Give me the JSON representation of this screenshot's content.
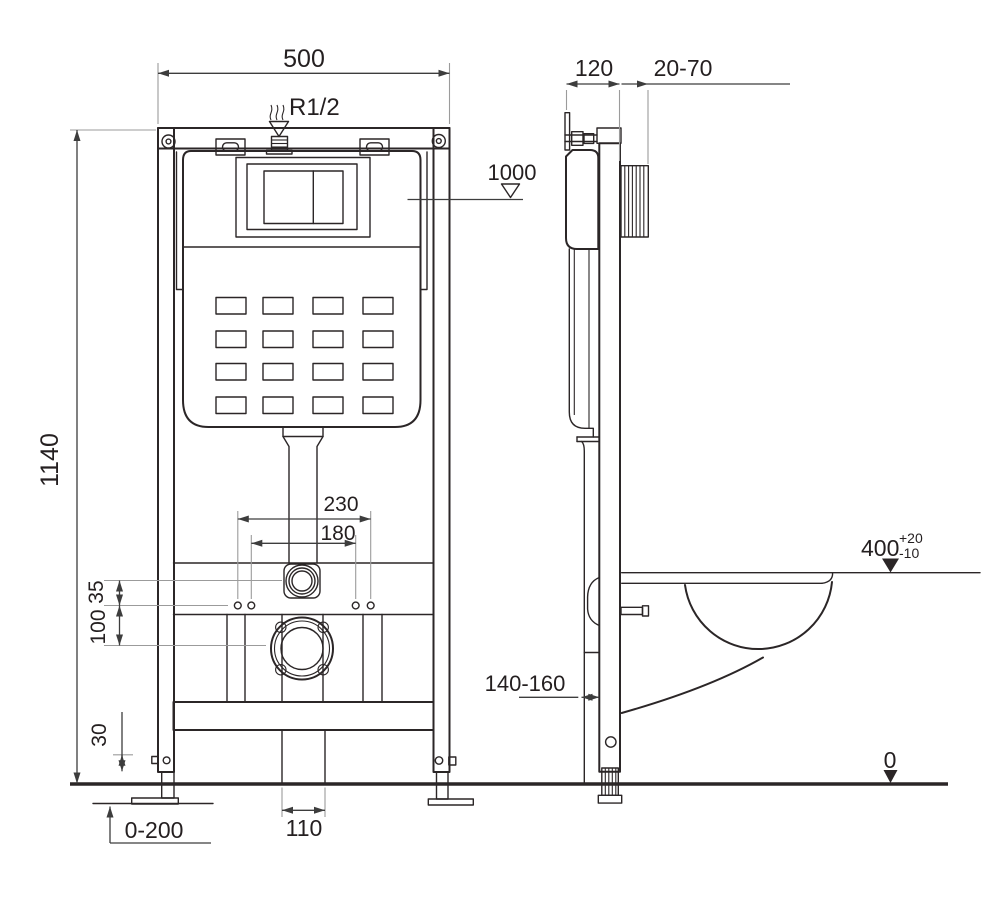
{
  "drawing": {
    "labels": {
      "frame_width": "500",
      "inlet_thread": "R1/2",
      "cistern_level": "1000",
      "frame_depth": "120",
      "wall_distance": "20-70",
      "frame_height": "1140",
      "fixing_outer": "230",
      "fixing_inner": "180",
      "supply_offset": "35",
      "drain_offset": "100",
      "foot_adjust": "30",
      "floor_range": "0-200",
      "drain_outlet": "110",
      "seat_height": "400",
      "seat_tol_plus": "+20",
      "seat_tol_minus": "-10",
      "flush_pipe_depth": "140-160",
      "floor_level": "0"
    },
    "colors": {
      "line": "#2b2627",
      "dimension": "#3d3d3d",
      "extension": "#9b9b9b",
      "background": "#ffffff"
    }
  }
}
